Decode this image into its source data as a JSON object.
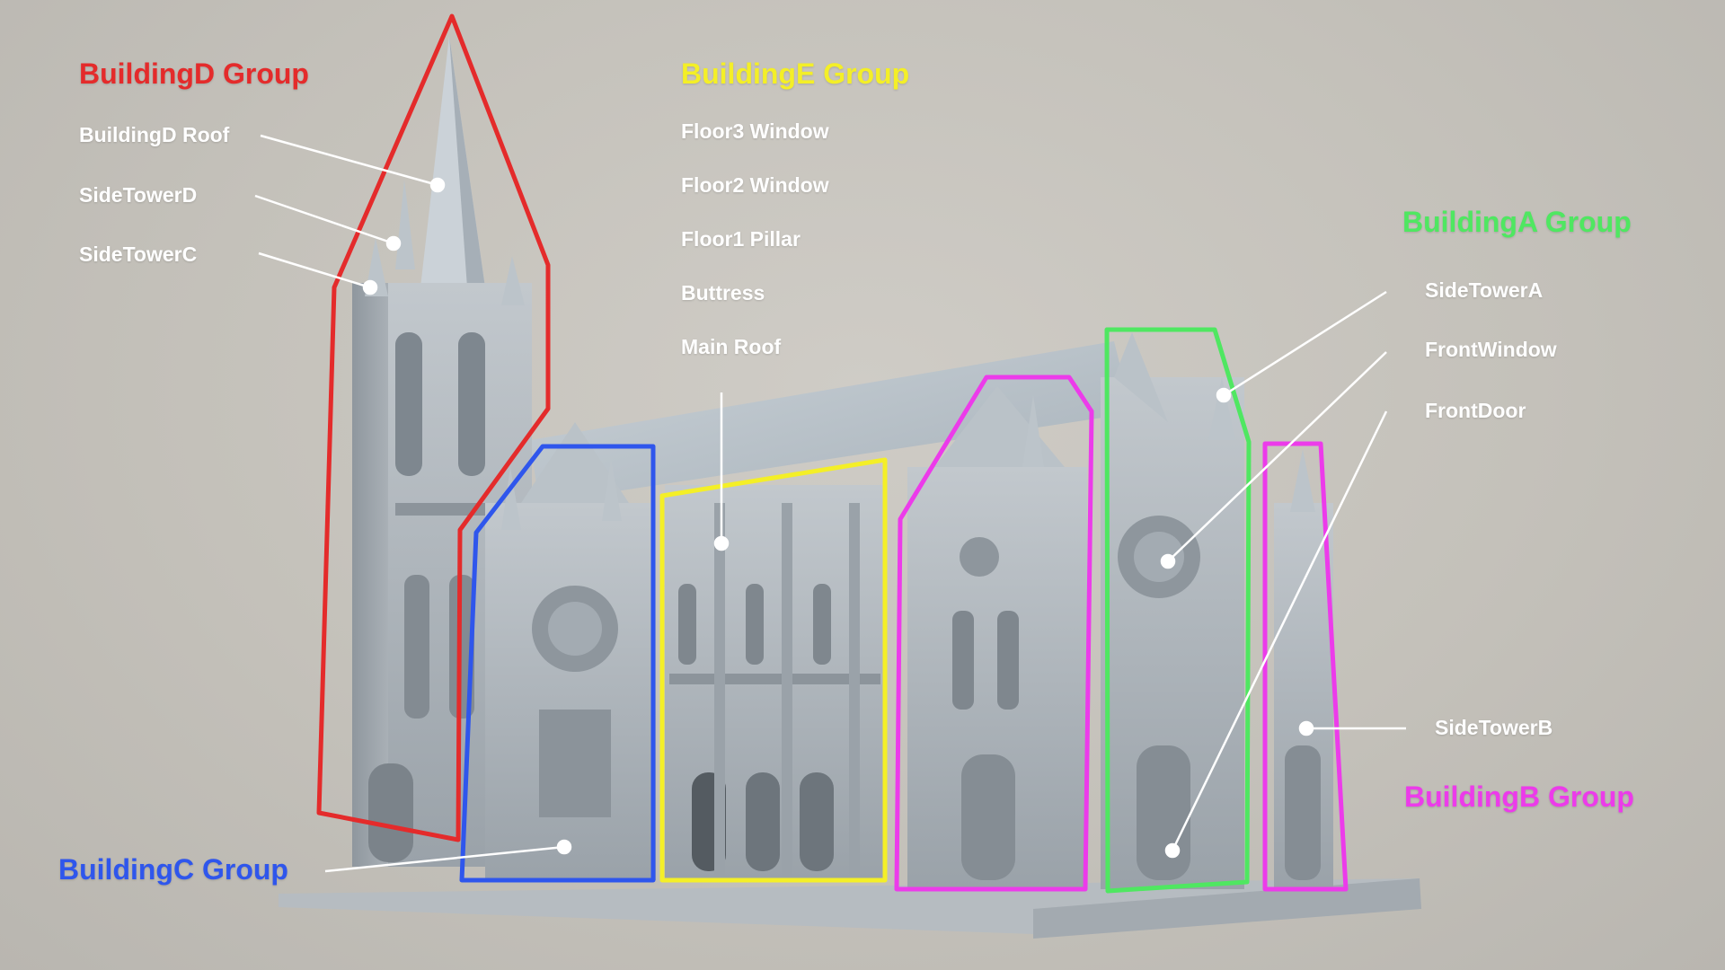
{
  "colors": {
    "buildingD": "#e42b2b",
    "buildingE": "#f4ef27",
    "buildingA": "#4fe761",
    "buildingB": "#ec3bea",
    "buildingC": "#2f56ec",
    "label_white": "#ffffff",
    "model_gray": "#a9b0b6"
  },
  "groups": {
    "buildingD": {
      "title": "BuildingD Group",
      "parts": [
        "BuildingD Roof",
        "SideTowerD",
        "SideTowerC"
      ]
    },
    "buildingE": {
      "title": "BuildingE Group",
      "parts": [
        "Floor3 Window",
        "Floor2 Window",
        "Floor1 Pillar",
        "Buttress",
        "Main Roof"
      ]
    },
    "buildingA": {
      "title": "BuildingA Group",
      "parts": [
        "SideTowerA",
        "FrontWindow",
        "FrontDoor"
      ]
    },
    "buildingB": {
      "title": "BuildingB Group",
      "parts": [
        "SideTowerB"
      ]
    },
    "buildingC": {
      "title": "BuildingC Group"
    }
  }
}
